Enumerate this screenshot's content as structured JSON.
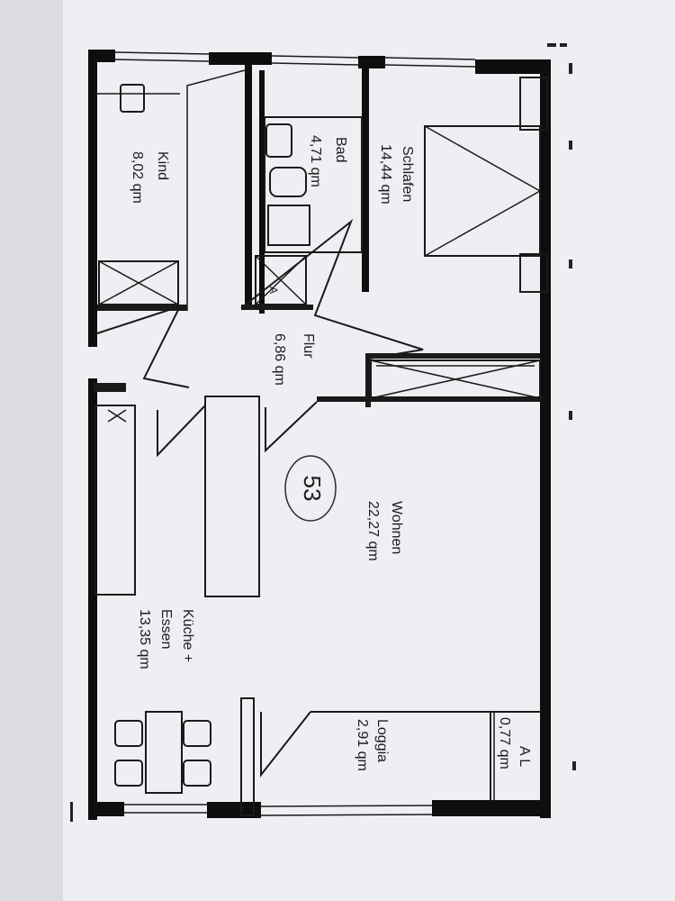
{
  "plan": {
    "rooms": [
      {
        "id": "kind",
        "name": "Kind",
        "area": "8,02 qm"
      },
      {
        "id": "bad",
        "name": "Bad",
        "area": "4,71 qm"
      },
      {
        "id": "schlafen",
        "name": "Schlafen",
        "area": "14,44 qm"
      },
      {
        "id": "flur",
        "name": "Flur",
        "area": "6,86 qm"
      },
      {
        "id": "wohnen",
        "name": "Wohnen",
        "area": "22,27 qm"
      },
      {
        "id": "kueche",
        "name": "Küche +",
        "name2": "Essen",
        "area": "13,35 qm"
      },
      {
        "id": "loggia",
        "name": "Loggia",
        "area": "2,91 qm"
      },
      {
        "id": "al",
        "name": "A L",
        "area": "0,77 qm"
      }
    ],
    "unit_number": "53",
    "shower_mark": "A"
  },
  "colors": {
    "paper": "#e9e8ec",
    "ink": "#0e0e0e"
  }
}
